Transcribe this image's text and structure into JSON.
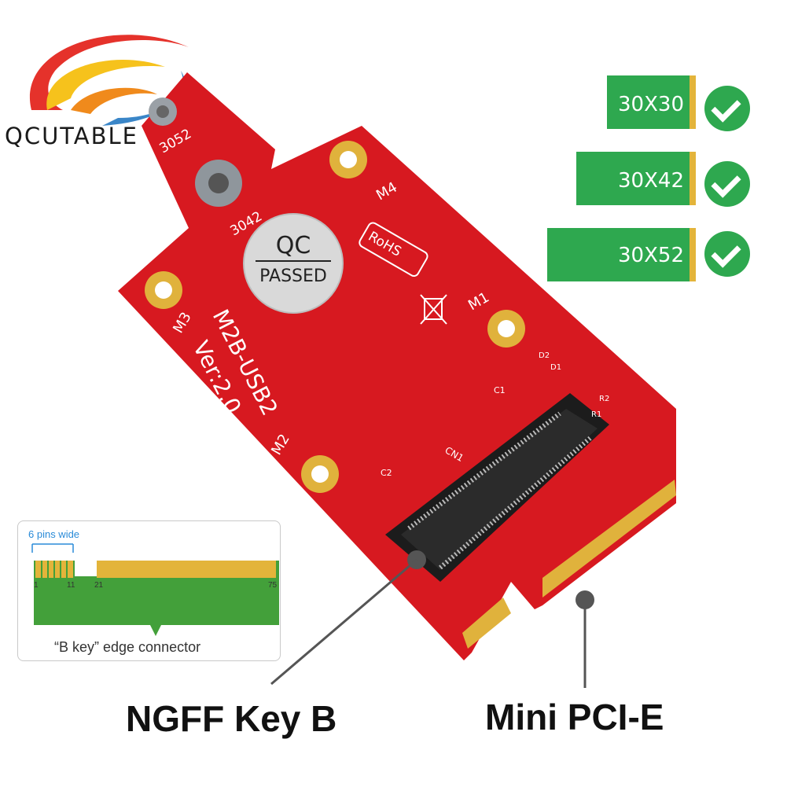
{
  "brand": {
    "name": "QCUTABLE",
    "colors": {
      "swoosh_red": "#e5322b",
      "swoosh_yellow": "#f6c21c",
      "swoosh_blue": "#3a86c8"
    }
  },
  "board": {
    "pcb_color": "#d71920",
    "silkscreen": {
      "qc_top": "QC",
      "qc_bottom": "PASSED",
      "model": "M2B-USB2",
      "version": "Ver:2.0",
      "rohs": "RoHS",
      "mount_3052": "3052",
      "mount_3042": "3042",
      "m1": "M1",
      "m2": "M2",
      "m3": "M3",
      "m4": "M4",
      "cn1": "CN1",
      "c1": "C1",
      "c2": "C2",
      "d1": "D1",
      "d2": "D2",
      "r1": "R1",
      "r2": "R2"
    }
  },
  "supported_sizes": [
    {
      "label": "30X30"
    },
    {
      "label": "30X42"
    },
    {
      "label": "30X52"
    }
  ],
  "edge_connector_diagram": {
    "width_label": "6 pins wide",
    "caption": "“B key”  edge connector",
    "pin_numbers": [
      "1",
      "11",
      "21",
      "75"
    ]
  },
  "callouts": {
    "left": "NGFF Key B",
    "right": "Mini PCI-E"
  }
}
